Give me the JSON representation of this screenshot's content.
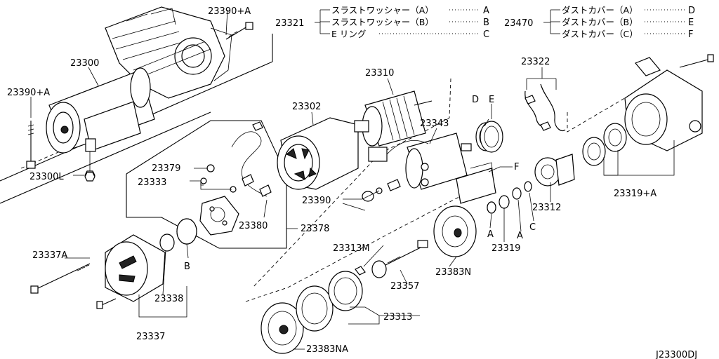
{
  "diagram": {
    "labels": {
      "p23390a_top": "23390+A",
      "p23300": "23300",
      "p23390a_left": "23390+A",
      "p23300l": "23300L",
      "p23321": "23321",
      "p23470": "23470",
      "p23310": "23310",
      "p23302": "23302",
      "p23343": "23343",
      "p23322": "23322",
      "p23379": "23379",
      "p23333": "23333",
      "p23390": "23390",
      "p23380": "23380",
      "p23378": "23378",
      "p23312": "23312",
      "p23319a": "23319+A",
      "p23319": "23319",
      "p23313m": "23313M",
      "p23357": "23357",
      "p23383n": "23383N",
      "p23337a": "23337A",
      "p23338": "23338",
      "p23337": "23337",
      "p23313": "23313",
      "p23383na": "23383NA",
      "diagram_code": "J23300DJ"
    },
    "callouts": {
      "D": "D",
      "E": "E",
      "F": "F",
      "A1": "A",
      "A2": "A",
      "B": "B",
      "C": "C"
    },
    "legend_23321": [
      {
        "text": "スラストワッシャー（A）",
        "code": "A"
      },
      {
        "text": "スラストワッシャー（B）",
        "code": "B"
      },
      {
        "text": "E リング",
        "code": "C"
      }
    ],
    "legend_23470": [
      {
        "text": "ダストカバー（A）",
        "code": "D"
      },
      {
        "text": "ダストカバー（B）",
        "code": "E"
      },
      {
        "text": "ダストカバー（C）",
        "code": "F"
      }
    ]
  }
}
